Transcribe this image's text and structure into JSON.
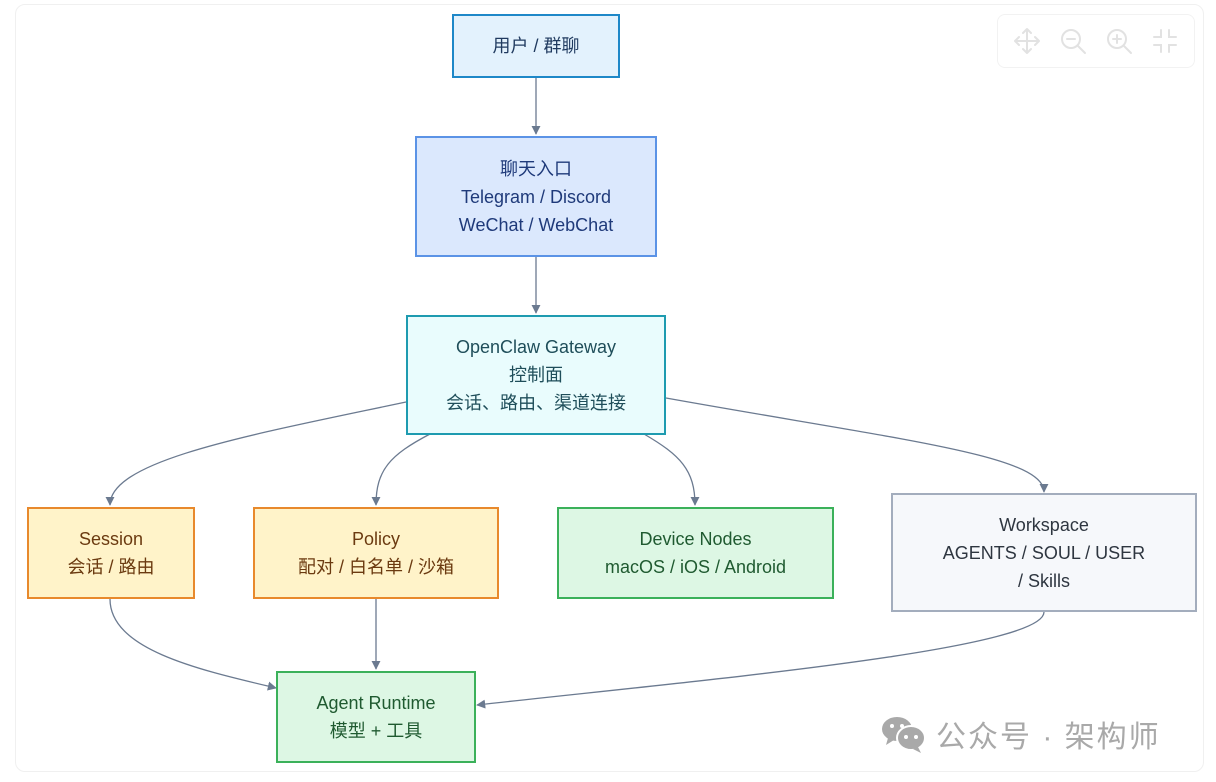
{
  "toolbar": {
    "buttons": [
      {
        "name": "pan",
        "icon": "move-icon"
      },
      {
        "name": "zoom-out",
        "icon": "zoom-out-icon"
      },
      {
        "name": "zoom-in",
        "icon": "zoom-in-icon"
      },
      {
        "name": "fit",
        "icon": "collapse-icon"
      }
    ]
  },
  "colors": {
    "edge": "#6b7a90",
    "user": {
      "fill": "#e3f2fd",
      "stroke": "#1e88c8",
      "text": "#1f3a5f"
    },
    "chat": {
      "fill": "#dbe8fd",
      "stroke": "#5b93e6",
      "text": "#1f3a7a"
    },
    "gateway": {
      "fill": "#e9fcfd",
      "stroke": "#1e9bb0",
      "text": "#1f4e5a"
    },
    "orange": {
      "fill": "#fff3c9",
      "stroke": "#e8892c",
      "text": "#6b3a10"
    },
    "green": {
      "fill": "#ddf7e4",
      "stroke": "#3bb15a",
      "text": "#1f5a30"
    },
    "gray": {
      "fill": "#f6f8fb",
      "stroke": "#a3adbd",
      "text": "#2e3640"
    }
  },
  "nodes": {
    "user": {
      "lines": [
        "用户 / 群聊"
      ]
    },
    "chat": {
      "lines": [
        "聊天入口",
        "Telegram / Discord",
        "WeChat / WebChat"
      ]
    },
    "gateway": {
      "lines": [
        "OpenClaw Gateway",
        "控制面",
        "会话、路由、渠道连接"
      ]
    },
    "session": {
      "lines": [
        "Session",
        "会话 / 路由"
      ]
    },
    "policy": {
      "lines": [
        "Policy",
        "配对 / 白名单 / 沙箱"
      ]
    },
    "devices": {
      "lines": [
        "Device Nodes",
        "macOS / iOS / Android"
      ]
    },
    "workspace": {
      "lines": [
        "Workspace",
        "AGENTS / SOUL / USER",
        "/ Skills"
      ]
    },
    "runtime": {
      "lines": [
        "Agent Runtime",
        "模型 + 工具"
      ]
    }
  },
  "edges": [
    {
      "from": "user",
      "to": "chat"
    },
    {
      "from": "chat",
      "to": "gateway"
    },
    {
      "from": "gateway",
      "to": "session"
    },
    {
      "from": "gateway",
      "to": "policy"
    },
    {
      "from": "gateway",
      "to": "devices"
    },
    {
      "from": "gateway",
      "to": "workspace"
    },
    {
      "from": "session",
      "to": "runtime"
    },
    {
      "from": "policy",
      "to": "runtime"
    },
    {
      "from": "workspace",
      "to": "runtime"
    }
  ],
  "watermark": {
    "icon": "wechat-icon",
    "text": "公众号 · 架构师"
  }
}
